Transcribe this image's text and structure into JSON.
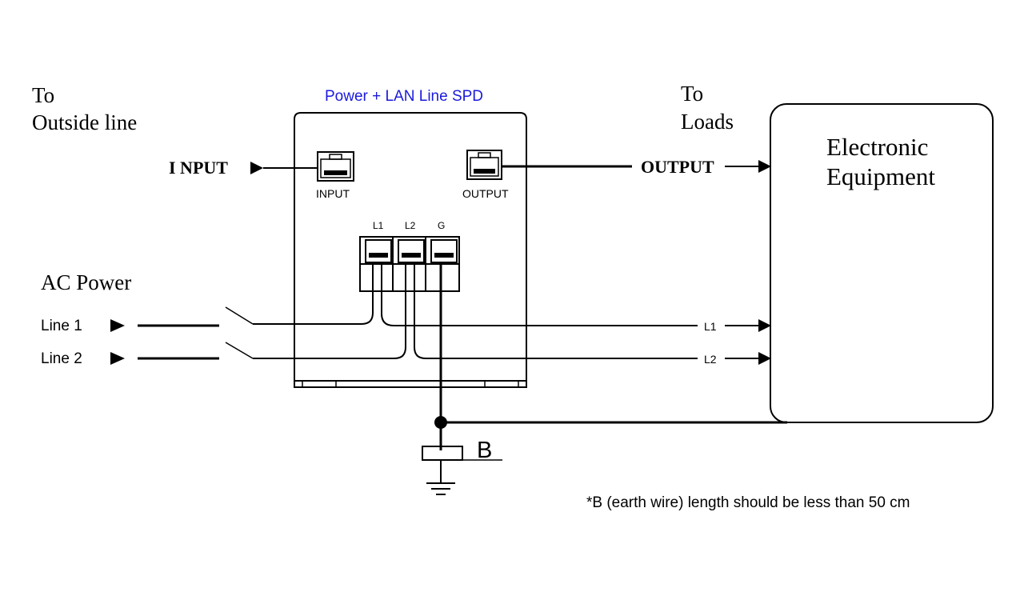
{
  "diagram": {
    "device_title": "Power + LAN Line SPD",
    "left_top_label": [
      "To",
      "Outside line"
    ],
    "right_top_label": [
      "To",
      "Loads"
    ],
    "input_arrow_label": "I NPUT",
    "output_arrow_label": "OUTPUT",
    "input_port_label": "INPUT",
    "output_port_label": "OUTPUT",
    "terminal_labels": [
      "L1",
      "L2",
      "G"
    ],
    "equipment_label": [
      "Electronic",
      "Equipment"
    ],
    "ac_power_label": "AC Power",
    "line1_label": "Line 1",
    "line2_label": "Line 2",
    "load_l1_label": "L1",
    "load_l2_label": "L2",
    "earth_label": "B",
    "footnote": "*B (earth wire) length should be less than 50 cm",
    "title_color": "#1a1adc"
  }
}
